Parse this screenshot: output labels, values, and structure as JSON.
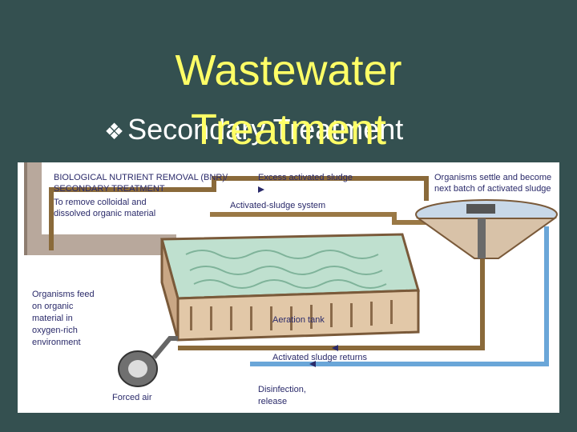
{
  "slide": {
    "title_line1": "Wastewater",
    "title_line2": "Treatment",
    "bullet_mark": "❖",
    "bullet_text": "Secondary Treatment"
  },
  "diagram": {
    "heading_line1": "BIOLOGICAL NUTRIENT REMOVAL (BNR)/",
    "heading_line2": "SECONDARY TREATMENT",
    "purpose_line1": "To remove colloidal and",
    "purpose_line2": "dissolved organic material",
    "excess_sludge": "Excess activated sludge",
    "system_label": "Activated-sludge system",
    "settle_line1": "Organisms settle and become",
    "settle_line2": "next batch of activated sludge",
    "feed_line1": "Organisms feed",
    "feed_line2": "on organic",
    "feed_line3": "material in",
    "feed_line4": "oxygen-rich",
    "feed_line5": "environment",
    "aeration_tank": "Aeration tank",
    "sludge_returns": "Activated sludge returns",
    "disinfection_line1": "Disinfection,",
    "disinfection_line2": "release",
    "forced_air": "Forced air"
  }
}
